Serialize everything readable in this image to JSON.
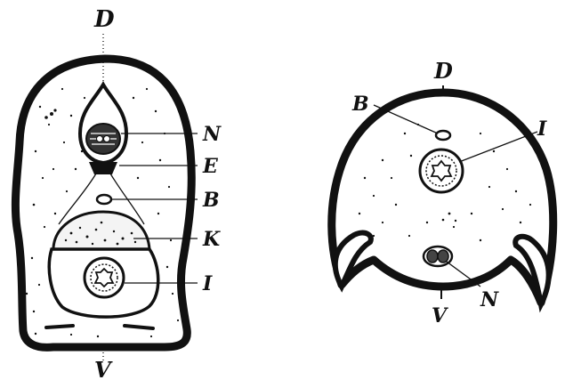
{
  "figure": {
    "ink_color": "#111111",
    "paper_color": "#ffffff",
    "left_section": {
      "labels": {
        "dorsal": "D",
        "ventral": "V",
        "nerve_cord": "N",
        "e": "E",
        "b": "B",
        "k": "K",
        "intestine": "I"
      }
    },
    "right_section": {
      "labels": {
        "dorsal": "D",
        "ventral": "V",
        "b": "B",
        "intestine": "I",
        "nerve_cord": "N"
      }
    }
  }
}
